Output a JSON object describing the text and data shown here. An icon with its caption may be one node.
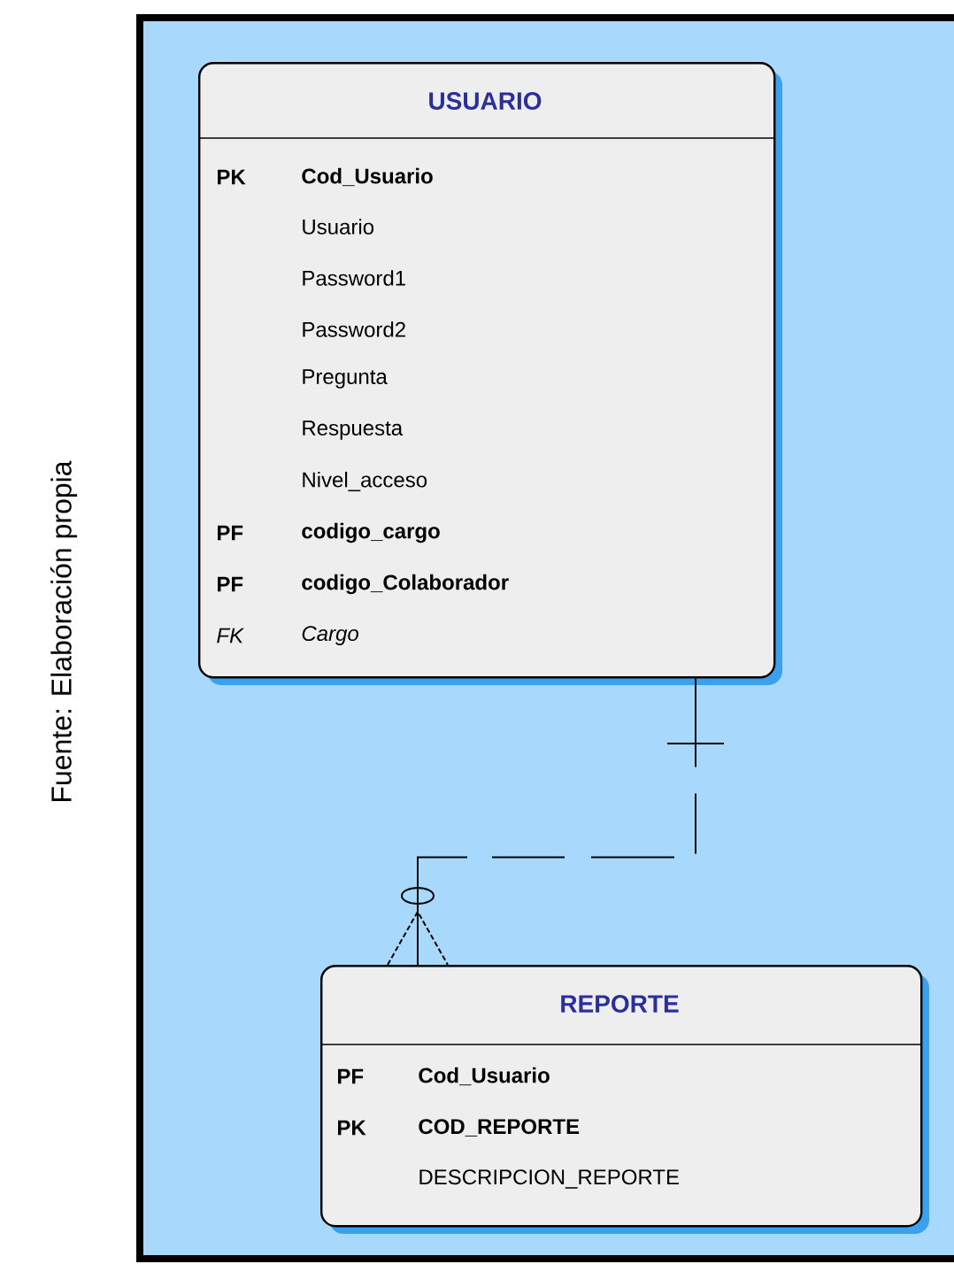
{
  "diagram": {
    "nodes": [
      {
        "text": [
          "USUARIO",
          "PK",
          "Cod_Usuario",
          "Usuario",
          "Password1",
          "Password2",
          "Pregunta",
          "Respuesta",
          "Nivel_acceso",
          "PF",
          "codigo_cargo",
          "PF",
          "codigo_Colaborador",
          "FK",
          "Cargo"
        ]
      },
      {
        "text": [
          "REPORTE",
          "PF",
          "Cod_Usuario",
          "PK",
          "COD_REPORTE",
          "DESCRIPCION_REPORTE"
        ]
      }
    ],
    "edges": [
      {
        "from": 0,
        "to": 1,
        "arrow": "other",
        "style": "dashed"
      }
    ],
    "labels": [
      "Fuente: Elaboración propia"
    ]
  }
}
